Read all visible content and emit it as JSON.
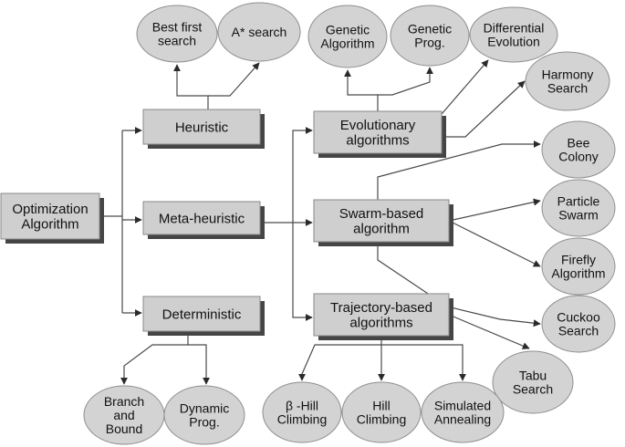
{
  "colors": {
    "box_fill": "#cfcfcf",
    "box_stroke": "#8a8a8a",
    "box_shadow": "#454545",
    "ellipse_fill": "#d3d3d3",
    "ellipse_stroke": "#8f8f8f",
    "line": "#4a4a4a",
    "text": "#111111"
  },
  "nodes": {
    "optimization": {
      "lines": [
        "Optimization",
        "Algorithm"
      ]
    },
    "heuristic": {
      "lines": [
        "Heuristic"
      ]
    },
    "metaheuristic": {
      "lines": [
        "Meta-heuristic"
      ]
    },
    "deterministic": {
      "lines": [
        "Deterministic"
      ]
    },
    "evolutionary": {
      "lines": [
        "Evolutionary",
        "algorithms"
      ]
    },
    "swarm": {
      "lines": [
        "Swarm-based",
        "algorithm"
      ]
    },
    "trajectory": {
      "lines": [
        "Trajectory-based",
        "algorithms"
      ]
    },
    "best_first": {
      "lines": [
        "Best first",
        "search"
      ]
    },
    "a_star": {
      "lines": [
        "A* search"
      ]
    },
    "genetic_algorithm": {
      "lines": [
        "Genetic",
        "Algorithm"
      ]
    },
    "genetic_prog": {
      "lines": [
        "Genetic",
        "Prog."
      ]
    },
    "differential_evolution": {
      "lines": [
        "Differential",
        "Evolution"
      ]
    },
    "harmony_search": {
      "lines": [
        "Harmony",
        "Search"
      ]
    },
    "bee_colony": {
      "lines": [
        "Bee",
        "Colony"
      ]
    },
    "particle_swarm": {
      "lines": [
        "Particle",
        "Swarm"
      ]
    },
    "firefly": {
      "lines": [
        "Firefly",
        "Algorithm"
      ]
    },
    "cuckoo": {
      "lines": [
        "Cuckoo",
        "Search"
      ]
    },
    "tabu": {
      "lines": [
        "Tabu",
        "Search"
      ]
    },
    "simulated_annealing": {
      "lines": [
        "Simulated",
        "Annealing"
      ]
    },
    "hill_climbing": {
      "lines": [
        "Hill",
        "Climbing"
      ]
    },
    "beta_hill": {
      "lines": [
        "β -Hill",
        "Climbing"
      ]
    },
    "dynamic_prog": {
      "lines": [
        "Dynamic",
        "Prog."
      ]
    },
    "branch_bound": {
      "lines": [
        "Branch",
        "and",
        "Bound"
      ]
    }
  }
}
